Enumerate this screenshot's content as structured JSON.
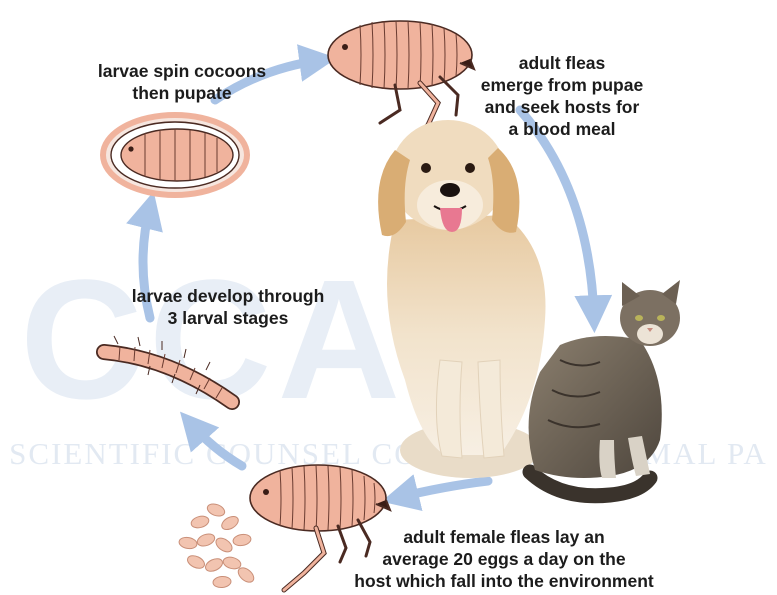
{
  "watermark": {
    "letters": "CCAP",
    "text": "SCIENTIFIC COUNSEL COMPANION ANIMAL PA"
  },
  "stages": {
    "adult_emerge": [
      "adult fleas",
      "emerge from pupae",
      "and seek hosts for",
      "a blood meal"
    ],
    "eggs": [
      "adult female fleas lay an",
      "average 20 eggs a day on the",
      "host which fall into the environment"
    ],
    "larvae": [
      "larvae develop through",
      "3 larval stages"
    ],
    "cocoon": [
      "larvae spin cocoons",
      "then pupate"
    ]
  },
  "colors": {
    "arrow": "#a9c3e6",
    "flea_body": "#f0b39d",
    "flea_outline": "#4a2a22",
    "egg": "#f2c4b0",
    "label": "#1c1c1c",
    "watermark": "#e8eef6"
  }
}
